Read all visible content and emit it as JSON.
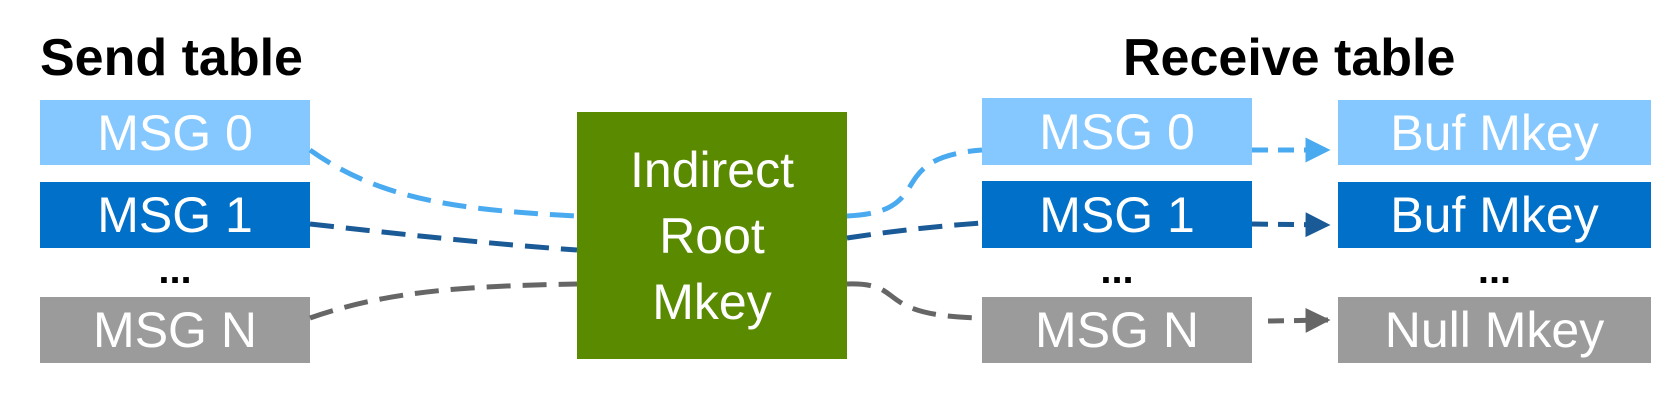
{
  "send_table": {
    "title": "Send table",
    "rows": [
      "MSG 0",
      "MSG 1",
      "...",
      "MSG N"
    ]
  },
  "root": {
    "lines": [
      "Indirect",
      "Root",
      "Mkey"
    ]
  },
  "receive_table": {
    "title": "Receive table",
    "rows": [
      "MSG 0",
      "MSG 1",
      "...",
      "MSG N"
    ]
  },
  "buffers": {
    "rows": [
      "Buf Mkey",
      "Buf Mkey",
      "...",
      "Null Mkey"
    ]
  },
  "colors": {
    "light": "#85c8ff",
    "dark": "#0070c8",
    "gray": "#9b9b9b",
    "root": "#5a8a00",
    "link_light": "#4aaaf0",
    "link_dark": "#1a5a96",
    "link_gray": "#666666"
  }
}
